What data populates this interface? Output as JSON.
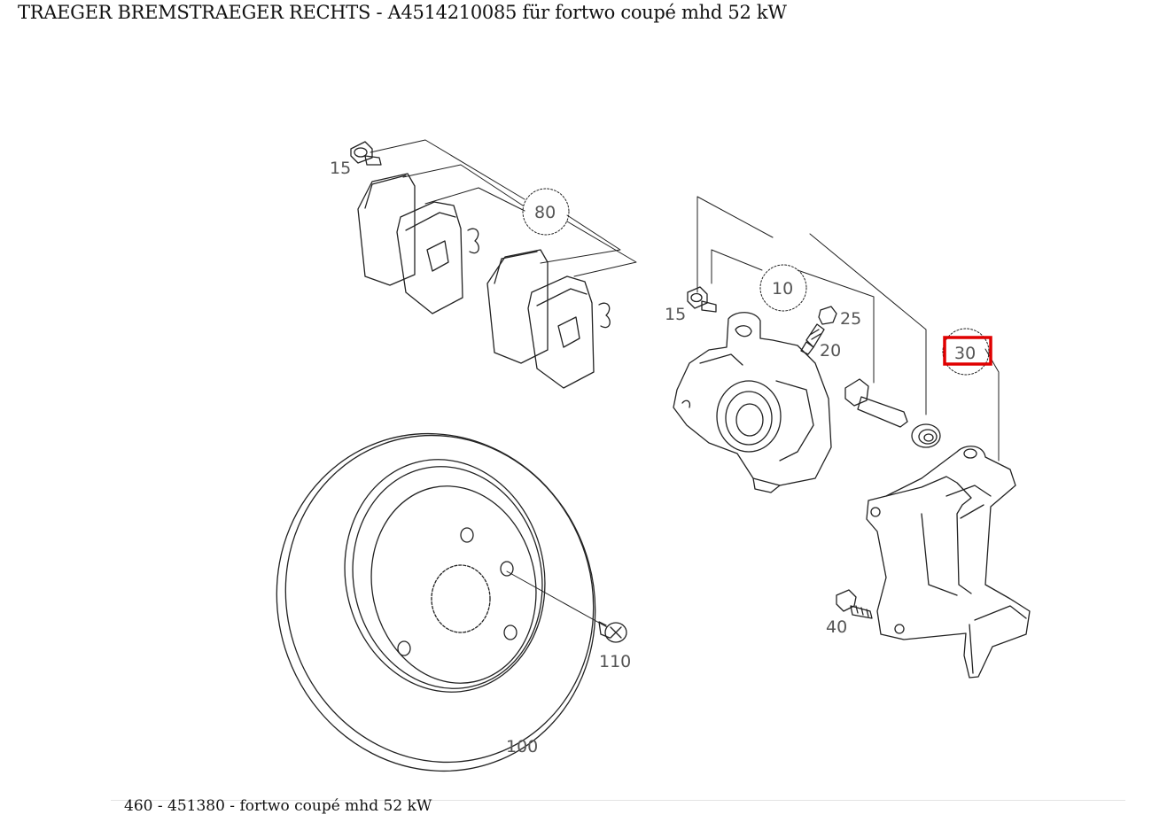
{
  "header": {
    "title": "TRAEGER BREMSTRAEGER RECHTS - A4514210085 für fortwo coupé mhd 52 kW"
  },
  "diagram": {
    "callouts": [
      {
        "id": "15a",
        "label": "15"
      },
      {
        "id": "80",
        "label": "80"
      },
      {
        "id": "10",
        "label": "10"
      },
      {
        "id": "15b",
        "label": "15"
      },
      {
        "id": "25",
        "label": "25"
      },
      {
        "id": "20",
        "label": "20"
      },
      {
        "id": "30",
        "label": "30"
      },
      {
        "id": "40",
        "label": "40"
      },
      {
        "id": "110",
        "label": "110"
      },
      {
        "id": "100",
        "label": "100"
      }
    ],
    "highlighted": "30",
    "highlight_color": "#e00000"
  },
  "footer": {
    "text": "460 - 451380 - fortwo coupé mhd 52 kW"
  }
}
